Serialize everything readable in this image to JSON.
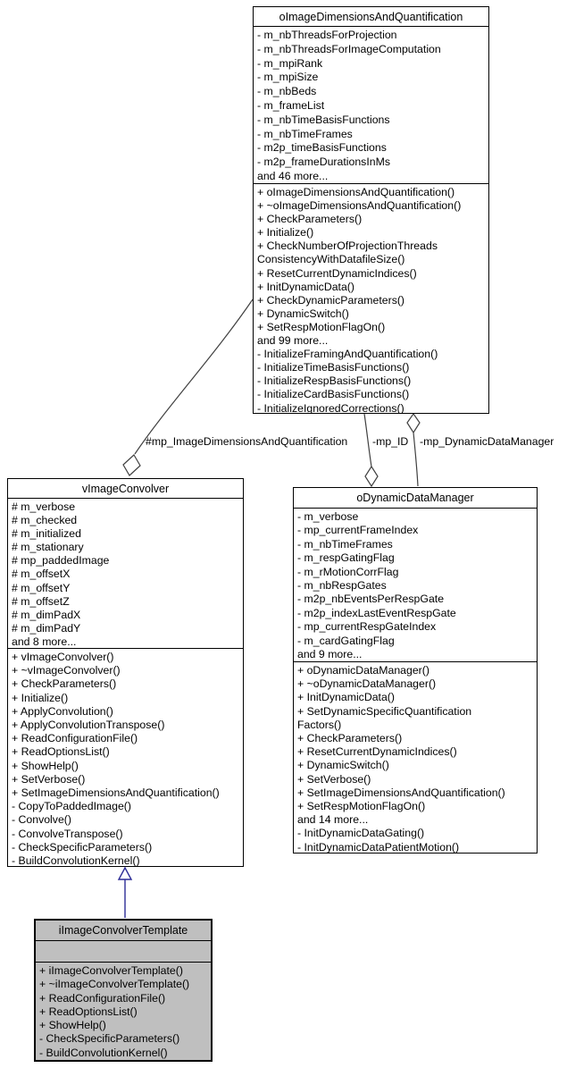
{
  "diagram_type": "uml-collaboration-graph",
  "colors": {
    "box_fill": "#ffffff",
    "highlight_fill": "#bfbfbf",
    "box_border": "#000000",
    "edge_color": "#404040",
    "inheritance_color": "#2c2c97"
  },
  "classes": [
    {
      "name": "oImageDimensionsAndQuantification",
      "attributes": [
        "- m_nbThreadsForProjection",
        "- m_nbThreadsForImageComputation",
        "- m_mpiRank",
        "- m_mpiSize",
        "- m_nbBeds",
        "- m_frameList",
        "- m_nbTimeBasisFunctions",
        "- m_nbTimeFrames",
        "- m2p_timeBasisFunctions",
        "- m2p_frameDurationsInMs",
        "and 46 more..."
      ],
      "methods": [
        "+ oImageDimensionsAndQuantification()",
        "+ ~oImageDimensionsAndQuantification()",
        "+ CheckParameters()",
        "+ Initialize()",
        "+ CheckNumberOfProjectionThreads",
        "ConsistencyWithDatafileSize()",
        "+ ResetCurrentDynamicIndices()",
        "+ InitDynamicData()",
        "+ CheckDynamicParameters()",
        "+ DynamicSwitch()",
        "+ SetRespMotionFlagOn()",
        "and 99 more...",
        "- InitializeFramingAndQuantification()",
        "- InitializeTimeBasisFunctions()",
        "- InitializeRespBasisFunctions()",
        "- InitializeCardBasisFunctions()",
        "- InitializeIgnoredCorrections()"
      ]
    },
    {
      "name": "vImageConvolver",
      "attributes": [
        "# m_verbose",
        "# m_checked",
        "# m_initialized",
        "# m_stationary",
        "# mp_paddedImage",
        "# m_offsetX",
        "# m_offsetY",
        "# m_offsetZ",
        "# m_dimPadX",
        "# m_dimPadY",
        "and 8 more..."
      ],
      "methods": [
        "+ vImageConvolver()",
        "+ ~vImageConvolver()",
        "+ CheckParameters()",
        "+ Initialize()",
        "+ ApplyConvolution()",
        "+ ApplyConvolutionTranspose()",
        "+ ReadConfigurationFile()",
        "+ ReadOptionsList()",
        "+ ShowHelp()",
        "+ SetVerbose()",
        "+ SetImageDimensionsAndQuantification()",
        "- CopyToPaddedImage()",
        "- Convolve()",
        "- ConvolveTranspose()",
        "- CheckSpecificParameters()",
        "- BuildConvolutionKernel()"
      ]
    },
    {
      "name": "oDynamicDataManager",
      "attributes": [
        "- m_verbose",
        "- mp_currentFrameIndex",
        "- m_nbTimeFrames",
        "- m_respGatingFlag",
        "- m_rMotionCorrFlag",
        "- m_nbRespGates",
        "- m2p_nbEventsPerRespGate",
        "- m2p_indexLastEventRespGate",
        "- mp_currentRespGateIndex",
        "- m_cardGatingFlag",
        "and 9 more..."
      ],
      "methods": [
        "+ oDynamicDataManager()",
        "+ ~oDynamicDataManager()",
        "+ InitDynamicData()",
        "+ SetDynamicSpecificQuantification",
        "Factors()",
        "+ CheckParameters()",
        "+ ResetCurrentDynamicIndices()",
        "+ DynamicSwitch()",
        "+ SetVerbose()",
        "+ SetImageDimensionsAndQuantification()",
        "+ SetRespMotionFlagOn()",
        "and 14 more...",
        "- InitDynamicDataGating()",
        "- InitDynamicDataPatientMotion()"
      ]
    },
    {
      "name": "iImageConvolverTemplate",
      "attributes": [],
      "methods": [
        "+ iImageConvolverTemplate()",
        "+ ~iImageConvolverTemplate()",
        "+ ReadConfigurationFile()",
        "+ ReadOptionsList()",
        "+ ShowHelp()",
        "- CheckSpecificParameters()",
        "- BuildConvolutionKernel()"
      ]
    }
  ],
  "edges": [
    {
      "label": "#mp_ImageDimensionsAndQuantification",
      "type": "aggregation",
      "from": "oImageDimensionsAndQuantification",
      "to": "vImageConvolver"
    },
    {
      "label": "-mp_ID",
      "type": "aggregation",
      "from": "oImageDimensionsAndQuantification",
      "to": "oDynamicDataManager"
    },
    {
      "label": "-mp_DynamicDataManager",
      "type": "aggregation",
      "from": "oDynamicDataManager",
      "to": "oImageDimensionsAndQuantification"
    },
    {
      "label": "",
      "type": "inheritance",
      "from": "iImageConvolverTemplate",
      "to": "vImageConvolver"
    }
  ]
}
